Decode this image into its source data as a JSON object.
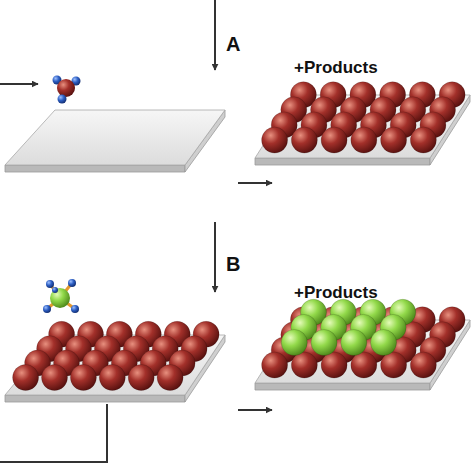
{
  "diagram": {
    "labels": [
      "A",
      "B",
      "+Products",
      "+Products"
    ]
  }
}
